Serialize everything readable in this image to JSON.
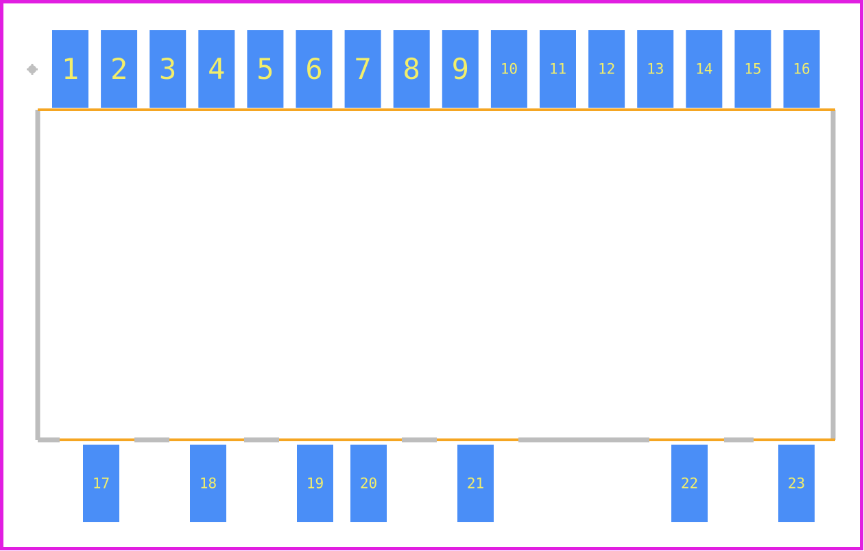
{
  "colors": {
    "board_outline": "#e11ee1",
    "pad": "#4a8ef7",
    "pad_label": "#f2ee6b",
    "body_outline": "#bdbdbd",
    "silkscreen": "#f5a623",
    "pin1_marker": "#c0c0c0"
  },
  "pin1_marker_icon": "crosshair-icon",
  "top_pads": [
    "1",
    "2",
    "3",
    "4",
    "5",
    "6",
    "7",
    "8",
    "9",
    "10",
    "11",
    "12",
    "13",
    "14",
    "15",
    "16"
  ],
  "bottom_pads": [
    "17",
    "18",
    "19",
    "20",
    "21",
    "22",
    "23"
  ]
}
